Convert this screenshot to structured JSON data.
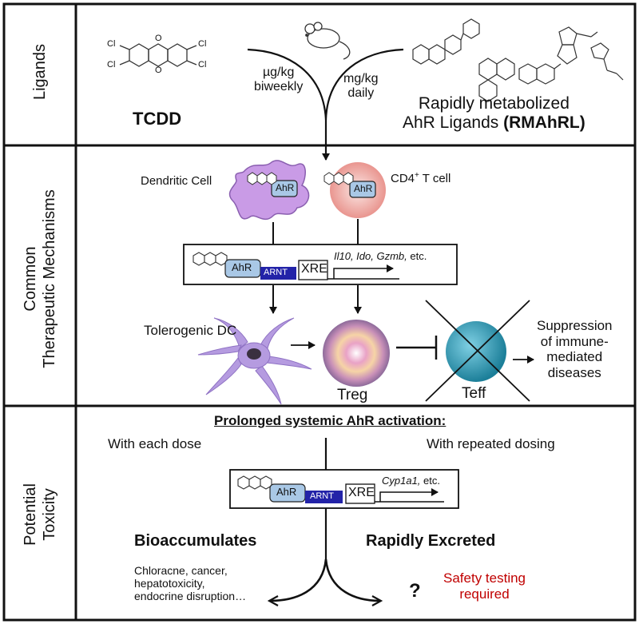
{
  "sections": {
    "ligands": "Ligands",
    "mech_line1": "Common",
    "mech_line2": "Therapeutic Mechanisms",
    "tox_line1": "Potential",
    "tox_line2": "Toxicity"
  },
  "ligands": {
    "chem_cl": "Cl",
    "chem_o": "O",
    "tcdd": "TCDD",
    "dose_left_1": "µg/kg",
    "dose_left_2": "biweekly",
    "dose_right_1": "mg/kg",
    "dose_right_2": "daily",
    "rmahrl_line1": "Rapidly metabolized",
    "rmahrl_line2_prefix": "AhR Ligands ",
    "rmahrl_line2_bold": "(RMAhRL)"
  },
  "mechanisms": {
    "dendritic_cell": "Dendritic Cell",
    "cd4_prefix": "CD4",
    "cd4_sup": "+",
    "cd4_suffix": " T cell",
    "ahr": "AhR",
    "arnt": "ARNT",
    "xre": "XRE",
    "genes_italic": "Il10, Ido, Gzmb,",
    "genes_etc": " etc.",
    "tolerogenic_dc": "Tolerogenic DC",
    "treg": "Treg",
    "teff": "Teff",
    "suppression_1": "Suppression",
    "suppression_2": "of immune-",
    "suppression_3": "mediated",
    "suppression_4": "diseases"
  },
  "toxicity": {
    "heading": "Prolonged systemic AhR activation:",
    "each_dose": "With each dose",
    "repeated_dosing": "With repeated dosing",
    "ahr": "AhR",
    "arnt": "ARNT",
    "xre": "XRE",
    "gene_italic": "Cyp1a1,",
    "gene_etc": " etc.",
    "bioaccumulates": "Bioaccumulates",
    "rapidly_excreted": "Rapidly Excreted",
    "effects_1": "Chloracne, cancer,",
    "effects_2": "hepatotoxicity,",
    "effects_3": "endocrine disruption…",
    "question": "?",
    "safety_1": "Safety testing",
    "safety_2": "required"
  },
  "colors": {
    "ahr_fill": "#a9c8e6",
    "arnt_fill": "#2323a8",
    "dc_fill": "#c99be6",
    "tcell_fill": "#f2b3ad",
    "teff_fill": "#2d9bb8",
    "safety_text": "#c00000",
    "tdc_fill": "#b59be0"
  }
}
